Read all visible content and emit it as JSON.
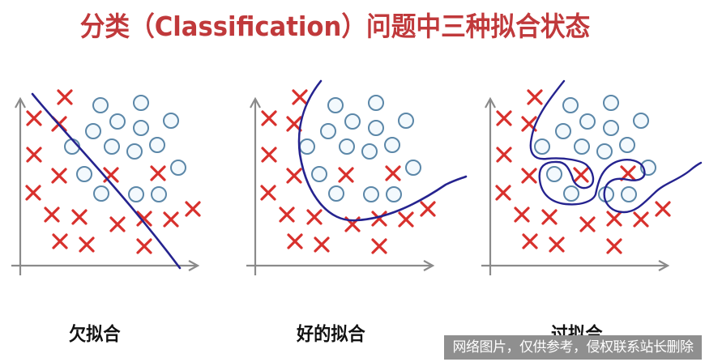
{
  "title": "分类（Classification）问题中三种拟合状态",
  "colors": {
    "title": "#c0393b",
    "cross": "#d8302c",
    "circle": "#5b87a8",
    "circle_fill": "#f3f9fd",
    "boundary": "#25238f",
    "axis": "#8a8a8a",
    "caption": "#111111",
    "watermark_bg": "#8f8f8f"
  },
  "panels": [
    {
      "id": "underfit",
      "caption": "欠拟合",
      "boundary_type": "straight-line"
    },
    {
      "id": "good-fit",
      "caption": "好的拟合",
      "boundary_type": "smooth-curve"
    },
    {
      "id": "overfit",
      "caption": "过拟合",
      "boundary_type": "convoluted-curve"
    }
  ],
  "dataset": {
    "crosses": [
      [
        80,
        120
      ],
      [
        42,
        146
      ],
      [
        73,
        153
      ],
      [
        42,
        191
      ],
      [
        73,
        217
      ],
      [
        137,
        216
      ],
      [
        195,
        214
      ],
      [
        41,
        238
      ],
      [
        64,
        265
      ],
      [
        98,
        268
      ],
      [
        178,
        270
      ],
      [
        145,
        277
      ],
      [
        211,
        271
      ],
      [
        238,
        258
      ],
      [
        74,
        298
      ],
      [
        107,
        302
      ],
      [
        178,
        304
      ]
    ],
    "circles": [
      [
        124,
        130
      ],
      [
        174,
        127
      ],
      [
        115,
        162
      ],
      [
        145,
        150
      ],
      [
        174,
        158
      ],
      [
        211,
        149
      ],
      [
        89,
        181
      ],
      [
        138,
        181
      ],
      [
        166,
        187
      ],
      [
        194,
        179
      ],
      [
        104,
        215
      ],
      [
        220,
        207
      ],
      [
        125,
        239
      ],
      [
        168,
        240
      ],
      [
        196,
        240
      ]
    ]
  },
  "legend": {
    "cross_marker": "class-x",
    "circle_marker": "class-o"
  },
  "watermark": "网络图片，仅供参考，侵权联系站长删除"
}
